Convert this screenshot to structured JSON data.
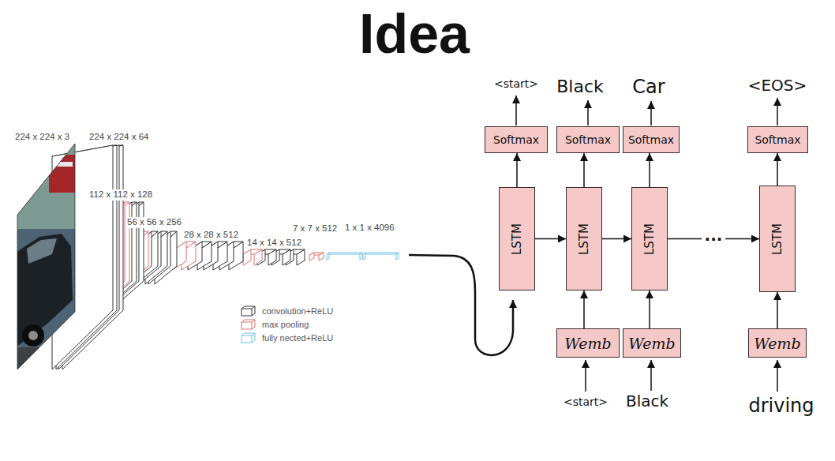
{
  "diagram": {
    "title": "Idea",
    "nodes": [
      {
        "text": [
          "Softmax"
        ]
      },
      {
        "text": [
          "Softmax"
        ]
      },
      {
        "text": [
          "Softmax"
        ]
      },
      {
        "text": [
          "Softmax"
        ]
      },
      {
        "text": [
          "LSTM"
        ]
      },
      {
        "text": [
          "LSTM"
        ]
      },
      {
        "text": [
          "LSTM"
        ]
      },
      {
        "text": [
          "LSTM"
        ]
      },
      {
        "text": [
          "Wemb"
        ]
      },
      {
        "text": [
          "Wemb"
        ]
      },
      {
        "text": [
          "Wemb"
        ]
      }
    ],
    "edges": [
      {
        "from": 4,
        "to": 0,
        "arrow": "to"
      },
      {
        "from": 5,
        "to": 1,
        "arrow": "to"
      },
      {
        "from": 6,
        "to": 2,
        "arrow": "to"
      },
      {
        "from": 7,
        "to": 3,
        "arrow": "to"
      },
      {
        "from": 4,
        "to": 5,
        "arrow": "to"
      },
      {
        "from": 5,
        "to": 6,
        "arrow": "to"
      },
      {
        "from": 6,
        "to": 7,
        "arrow": "to",
        "label": "..."
      },
      {
        "from": 8,
        "to": 5,
        "arrow": "to"
      },
      {
        "from": 9,
        "to": 6,
        "arrow": "to"
      },
      {
        "from": 10,
        "to": 7,
        "arrow": "to"
      }
    ],
    "labels": [
      "224 x 224 x 3",
      "224 x 224 x 64",
      "112 x 112 x 128",
      "56 x 56 x 256",
      "28 x 28 x 512",
      "14 x 14 x 512",
      "7 x 7 x 512",
      "1 x 1 x 4096",
      "<start>",
      "Black",
      "Car",
      "<EOS>",
      "<start>",
      "Black",
      "driving"
    ],
    "legend": [
      {
        "text": "convolution+ReLU"
      },
      {
        "text": "max pooling"
      },
      {
        "text": "fully nected+ReLU"
      }
    ]
  }
}
